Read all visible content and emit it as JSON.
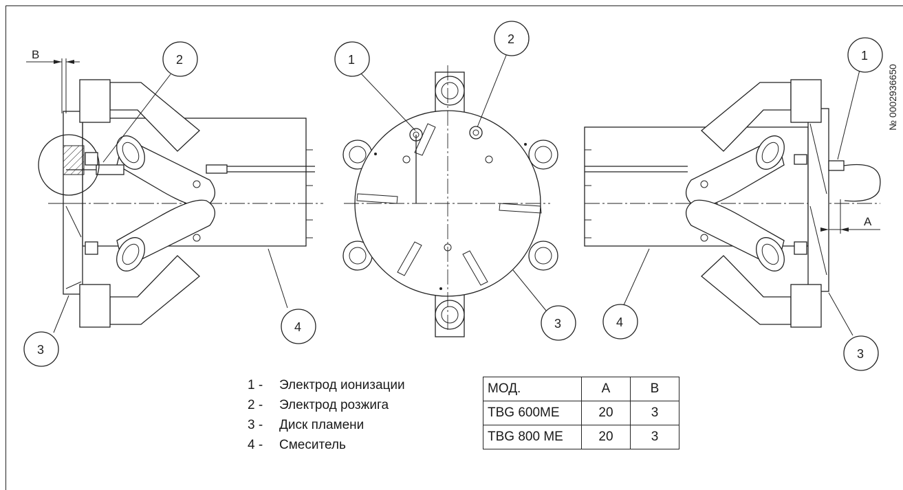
{
  "document_number": "№ 0002936650",
  "callouts": {
    "c1": "1",
    "c2": "2",
    "c3": "3",
    "c4": "4"
  },
  "dimensions": {
    "a": "A",
    "b": "B"
  },
  "legend": [
    {
      "num": "1 -",
      "text": "Электрод ионизации"
    },
    {
      "num": "2 -",
      "text": "Электрод розжига"
    },
    {
      "num": "3 -",
      "text": "Диск пламени"
    },
    {
      "num": "4 -",
      "text": "Смеситель"
    }
  ],
  "spec_table": {
    "headers": [
      "МОД.",
      "A",
      "B"
    ],
    "rows": [
      [
        "TBG 600ME",
        "20",
        "3"
      ],
      [
        "TBG 800 ME",
        "20",
        "3"
      ]
    ]
  }
}
